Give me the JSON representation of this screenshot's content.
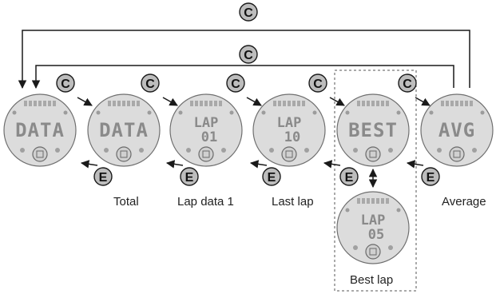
{
  "buttons": {
    "c": "C",
    "e": "E"
  },
  "watches": [
    {
      "id": "data-1",
      "text": "DATA"
    },
    {
      "id": "data-2",
      "text": "DATA"
    },
    {
      "id": "lap-01",
      "text": "LAP 01"
    },
    {
      "id": "lap-10",
      "text": "LAP 10"
    },
    {
      "id": "best",
      "text": "BEST"
    },
    {
      "id": "avg",
      "text": "AVG"
    },
    {
      "id": "lap-05",
      "text": "LAP 05"
    }
  ],
  "captions": {
    "total": "Total",
    "lap1": "Lap data 1",
    "last": "Last lap",
    "average": "Average",
    "best": "Best lap"
  },
  "colors": {
    "line": "#1a1a1a",
    "watch_fill": "#dcdcdc",
    "badge_fill": "#bdbdbd",
    "display_text": "#8a8a8a"
  }
}
